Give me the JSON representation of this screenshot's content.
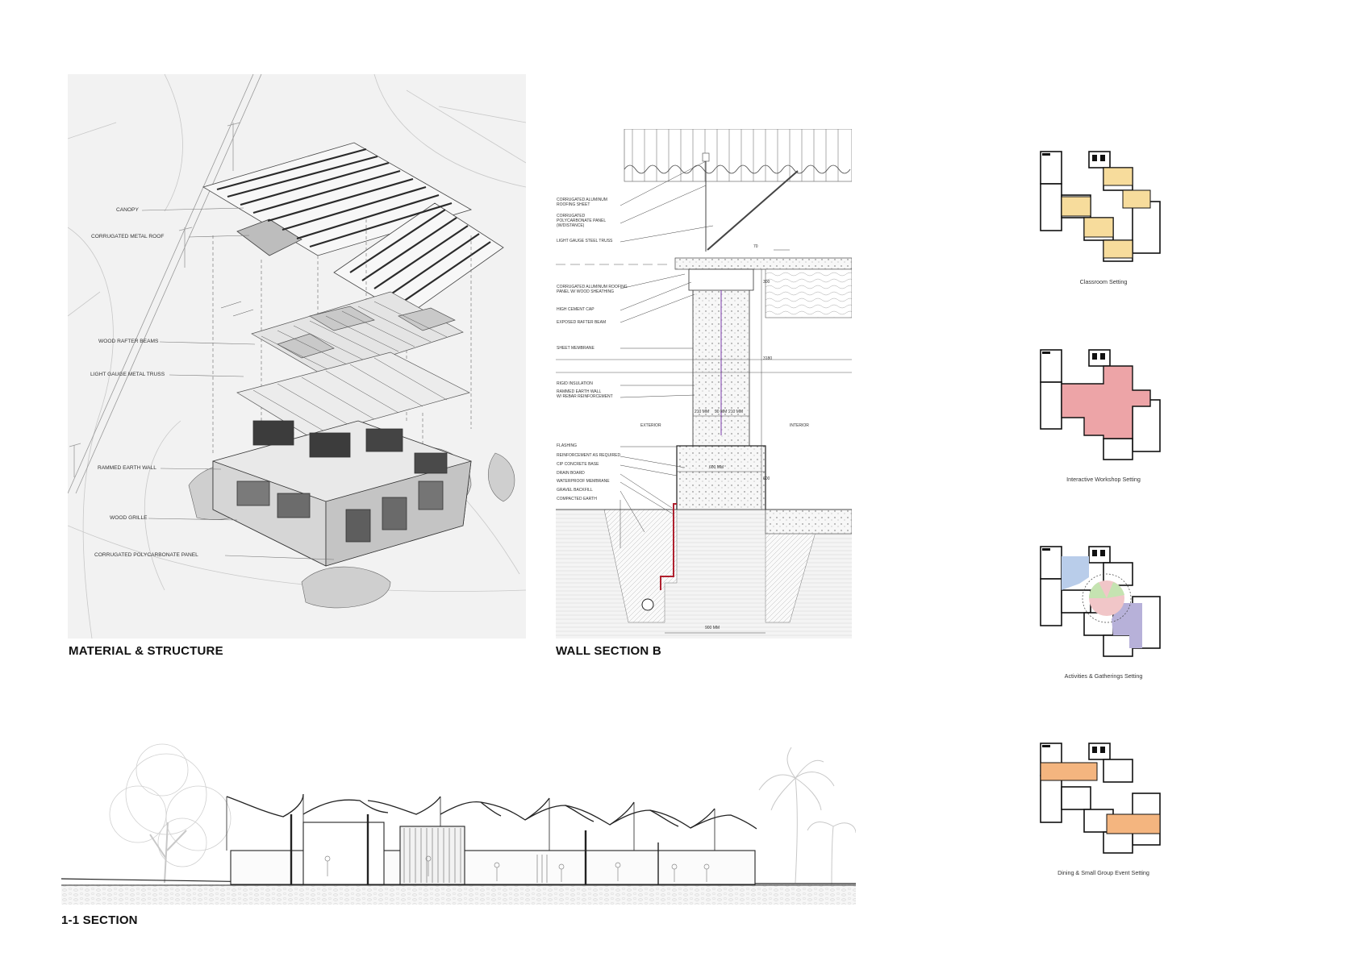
{
  "titles": {
    "material": "MATERIAL & STRUCTURE",
    "wall": "WALL SECTION B",
    "section": "1-1 SECTION"
  },
  "axon_labels": [
    "CANOPY",
    "CORRUGATED METAL ROOF",
    "WOOD RAFTER BEAMS",
    "LIGHT GAUGE METAL TRUSS",
    "RAMMED EARTH WALL",
    "WOOD GRILLE",
    "CORRUGATED POLYCARBONATE PANEL"
  ],
  "wall_labels": {
    "roof_1": "CORRUGATED ALUMINUM",
    "roof_2": "ROOFING SHEET",
    "poly_1": "CORRUGATED",
    "poly_2": "POLYCARBONATE PANEL",
    "poly_3": "(W/DISTANCE)",
    "truss": "LIGHT GAUGE STEEL TRUSS",
    "panel_1": "CORRUGATED ALUMINUM ROOFING",
    "panel_2": "PANEL W/ WOOD SHEATHING",
    "cap": "HIGH CEMENT CAP",
    "rafter": "EXPOSED RAFTER BEAM",
    "membrane": "SHEET MEMBRANE",
    "insulation": "RIGID INSULATION",
    "rammed_1": "RAMMED EARTH WALL",
    "rammed_2": "W/ REBAR REINFORCEMENT",
    "flashing": "FLASHING",
    "reinforcement": "REINFORCEMENT AS REQUIRED",
    "cip": "CIP CONCRETE BASE",
    "drain": "DRAIN BOARD",
    "waterproof": "WATERPROOF MEMBRANE",
    "gravel": "GRAVEL BACKFILL",
    "compacted": "COMPACTED EARTH",
    "exterior": "EXTERIOR",
    "interior": "INTERIOR",
    "dim_210a": "210 mm",
    "dim_90": "90 mm",
    "dim_210b": "210 mm",
    "dim_600": "600 mm",
    "dim_900": "900 mm",
    "dim_70": "70",
    "dim_300": "300",
    "dim_3180": "3180",
    "dim_600v": "600"
  },
  "settings": [
    {
      "caption": "Classroom Setting",
      "color": "#f7dc9c"
    },
    {
      "caption": "Interactive Workshop Setting",
      "color": "#eda4a7"
    },
    {
      "caption": "Activities & Gatherings Setting",
      "color": "#b9cdea"
    },
    {
      "caption": "Dining & Small Group Event Setting",
      "color": "#f4b57f"
    }
  ],
  "colors": {
    "gathering_green": "#c5e3b1",
    "gathering_pink": "#f1c6c8",
    "gathering_purple": "#b7b1d9",
    "wall_red": "#b0212f",
    "drawing_bg": "#f1f1f1"
  }
}
